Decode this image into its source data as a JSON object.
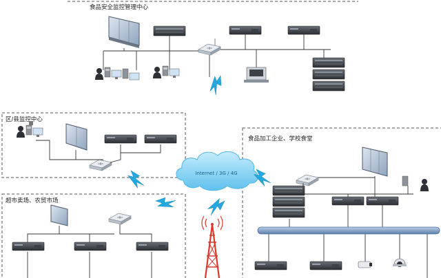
{
  "regions": {
    "center": {
      "title": "食品安全监控管理中心"
    },
    "district": {
      "title": "区/县监控中心"
    },
    "market": {
      "title": "超市卖场、农贸市场"
    },
    "enterprise": {
      "title": "食品加工企业、学校食堂"
    }
  },
  "network": {
    "cloud_label": "Internet / 3G / 4G"
  },
  "colors": {
    "lightning": "#25a8e0",
    "cloud_top": "#bfe8fb",
    "cloud_bottom": "#6cc8f0",
    "bus": "#4a6fa5",
    "tower": "#d93a2b",
    "frame": "#555555"
  },
  "icons": [
    "video-wall-icon",
    "server-rack-icon",
    "router-icon",
    "user-workstation-icon",
    "nvr-icon",
    "radio-tower-icon",
    "dome-camera-icon",
    "bullet-camera-icon",
    "lightning-icon",
    "cloud-icon"
  ]
}
